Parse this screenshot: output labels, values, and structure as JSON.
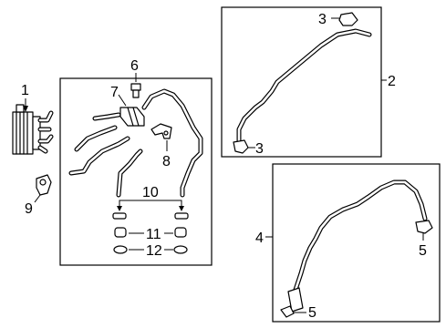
{
  "callouts": {
    "c1": "1",
    "c2": "2",
    "c3a": "3",
    "c3b": "3",
    "c4": "4",
    "c5a": "5",
    "c5b": "5",
    "c6": "6",
    "c7": "7",
    "c8": "8",
    "c9": "9",
    "c10": "10",
    "c11": "11",
    "c12": "12"
  },
  "colors": {
    "line": "#000000",
    "background": "#ffffff"
  }
}
